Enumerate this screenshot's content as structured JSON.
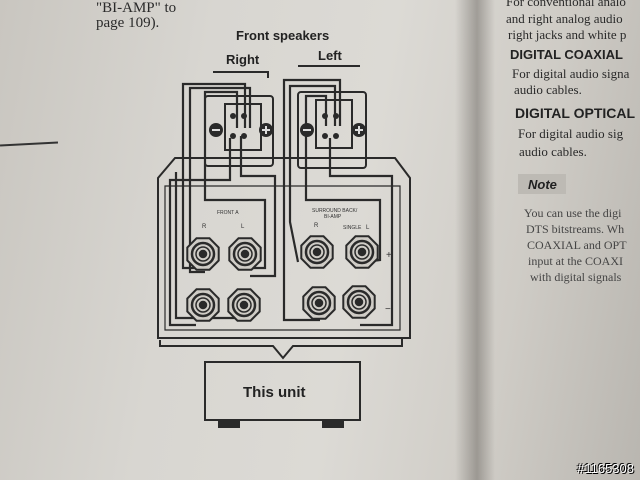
{
  "left_page": {
    "top_text_1": "\"BI-AMP\" to",
    "top_text_2": "page 109)."
  },
  "diagram": {
    "title": "Front speakers",
    "right_label": "Right",
    "left_label": "Left",
    "front_a_label": "FRONT A",
    "surround_label_1": "SURROUND BACK/",
    "surround_label_2": "BI-AMP",
    "single_label": "SINGLE",
    "r_mark": "R",
    "l_mark": "L",
    "plus_mark": "+",
    "minus_mark": "−",
    "unit_label": "This unit"
  },
  "right_page": {
    "line1": "For conventional analo",
    "line2": "and right analog audio",
    "line3": "right jacks and white p",
    "heading_coaxial": "DIGITAL COAXIAL",
    "coaxial_text_1": "For digital audio signa",
    "coaxial_text_2": "audio cables.",
    "heading_optical": "DIGITAL OPTICAL",
    "optical_text_1": "For digital audio sig",
    "optical_text_2": "audio cables.",
    "note_heading": "Note",
    "note_1": "You can use the digi",
    "note_2": "DTS bitstreams. Wh",
    "note_3": "COAXIAL and OPT",
    "note_4": "input at the COAXI",
    "note_5": "with digital signals"
  },
  "watermark": "#1165308"
}
